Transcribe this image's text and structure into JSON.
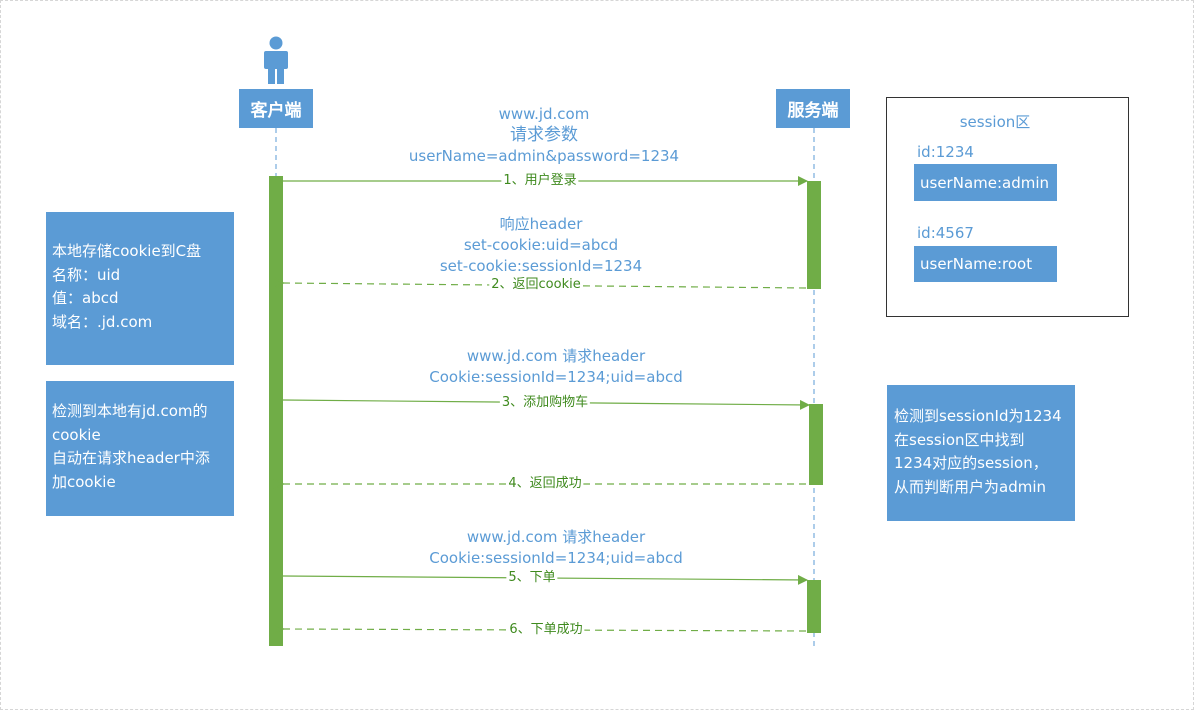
{
  "actors": {
    "client": {
      "label": "客户端",
      "icon": "person-icon"
    },
    "server": {
      "label": "服务端"
    }
  },
  "messages": [
    {
      "step": "1、用户登录",
      "direction": "request",
      "style": "solid",
      "label_lines": [
        "www.jd.com",
        "请求参数",
        "userName=admin&password=1234"
      ]
    },
    {
      "step": "2、返回cookie",
      "direction": "response",
      "style": "dashed",
      "label_lines": [
        "响应header",
        "set-cookie:uid=abcd",
        "set-cookie:sessionId=1234"
      ]
    },
    {
      "step": "3、添加购物车",
      "direction": "request",
      "style": "solid",
      "label_lines": [
        "www.jd.com 请求header",
        "Cookie:sessionId=1234;uid=abcd"
      ]
    },
    {
      "step": "4、返回成功",
      "direction": "response",
      "style": "dashed",
      "label_lines": []
    },
    {
      "step": "5、下单",
      "direction": "request",
      "style": "solid",
      "label_lines": [
        "www.jd.com 请求header",
        "Cookie:sessionId=1234;uid=abcd"
      ]
    },
    {
      "step": "6、下单成功",
      "direction": "response",
      "style": "dashed",
      "label_lines": []
    }
  ],
  "notes": {
    "cookie_store": [
      "本地存储cookie到C盘",
      "名称：uid",
      "值：abcd",
      "域名：.jd.com"
    ],
    "auto_attach": [
      "检测到本地有jd.com的",
      "cookie",
      "自动在请求header中添",
      "加cookie"
    ],
    "server_check": [
      "检测到sessionId为1234",
      "在session区中找到",
      "1234对应的session，",
      "从而判断用户为admin"
    ]
  },
  "session_area": {
    "title": "session区",
    "entries": [
      {
        "id": "id:1234",
        "value": "userName:admin"
      },
      {
        "id": "id:4567",
        "value": "userName:root"
      }
    ]
  },
  "colors": {
    "actor_fill": "#5b9bd5",
    "lifeline_bar": "#70ad47",
    "arrow": "#70ad47",
    "label_text": "#5b9bd5"
  }
}
